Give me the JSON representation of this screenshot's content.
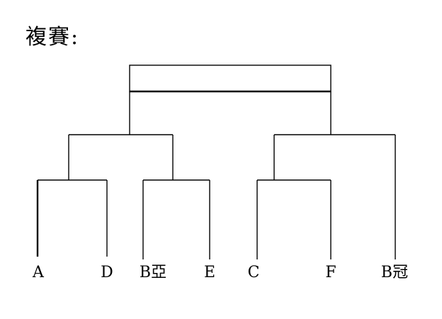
{
  "title": "複賽:",
  "players": [
    "A",
    "D",
    "B亞",
    "E",
    "C",
    "F",
    "B冠"
  ],
  "colors": {
    "ink": "#000000",
    "background": "#ffffff"
  }
}
